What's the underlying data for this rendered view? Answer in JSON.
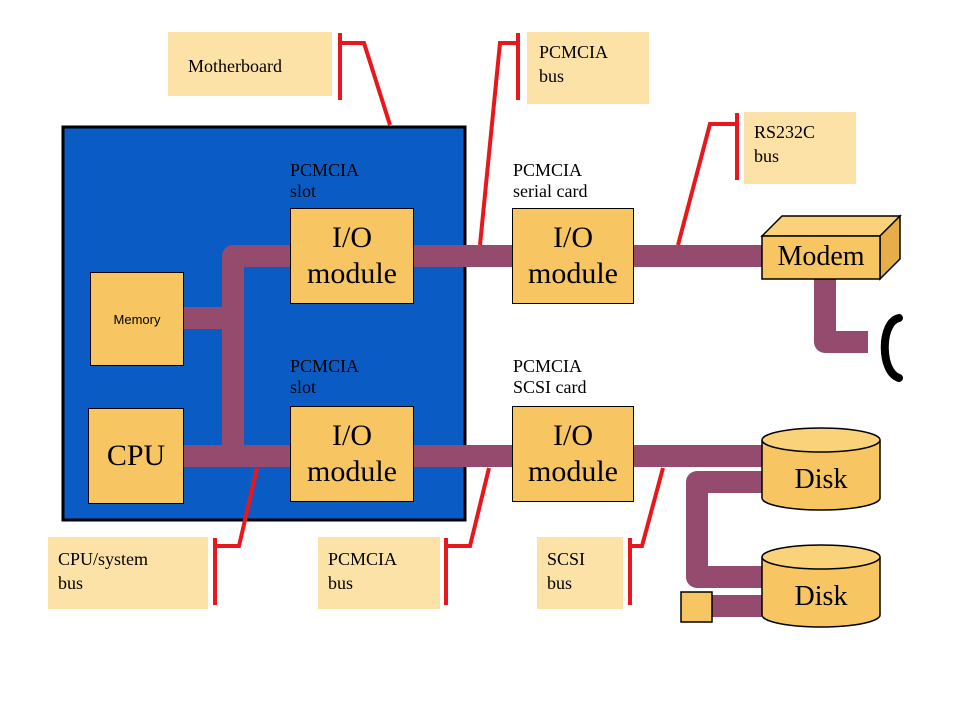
{
  "colors": {
    "board": "#0a5cc4",
    "bus": "#954b6e",
    "component": "#f7c562",
    "note_bg": "#fde2a8",
    "pointer": "#e8171c"
  },
  "components": {
    "memory": "Memory",
    "cpu": "CPU",
    "io_slot_top": "I/O\nmodule",
    "io_slot_bottom": "I/O\nmodule",
    "io_serial_card": "I/O\nmodule",
    "io_scsi_card": "I/O\nmodule",
    "modem": "Modem",
    "disk_1": "Disk",
    "disk_2": "Disk"
  },
  "labels": {
    "pcmcia_slot_top": "PCMCIA\nslot",
    "pcmcia_slot_bottom": "PCMCIA\nslot",
    "pcmcia_serial_card": "PCMCIA\nserial card",
    "pcmcia_scsi_card": "PCMCIA\nSCSI card"
  },
  "callouts": {
    "motherboard": "Motherboard",
    "pcmcia_bus_top": "PCMCIA\nbus",
    "rs232c_bus": "RS232C\nbus",
    "cpu_system_bus": "CPU/system\nbus",
    "pcmcia_bus_bottom": "PCMCIA\nbus",
    "scsi_bus": "SCSI\nbus"
  },
  "icons": {
    "phone": "telephone-handset-icon",
    "terminator": "scsi-terminator-icon"
  }
}
